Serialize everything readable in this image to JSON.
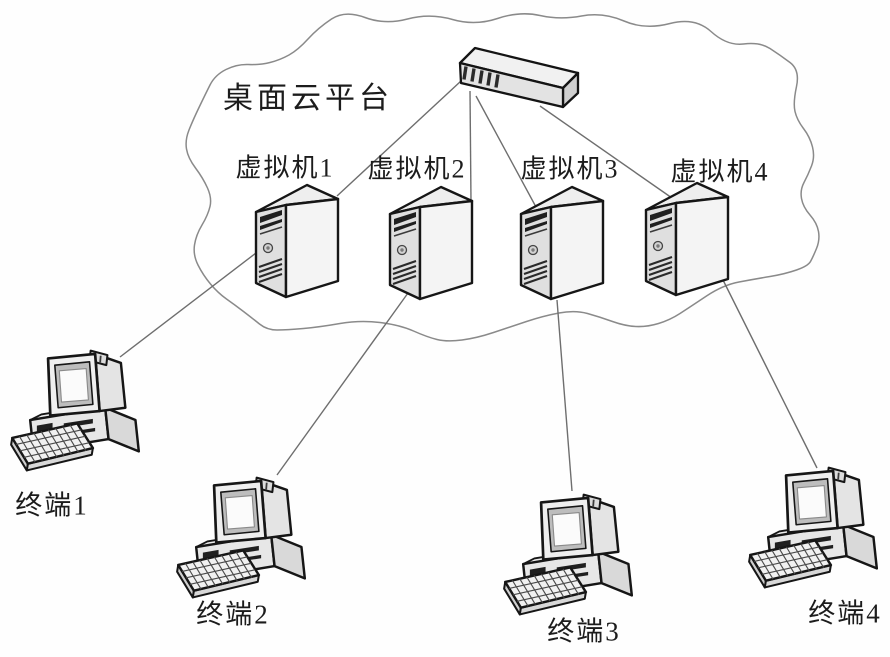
{
  "diagram": {
    "platform_label": "桌面云平台",
    "switch": {
      "type": "network-switch"
    },
    "vms": [
      {
        "id": "vm1",
        "label": "虚拟机1"
      },
      {
        "id": "vm2",
        "label": "虚拟机2"
      },
      {
        "id": "vm3",
        "label": "虚拟机3"
      },
      {
        "id": "vm4",
        "label": "虚拟机4"
      }
    ],
    "terminals": [
      {
        "id": "terminal1",
        "label": "终端1"
      },
      {
        "id": "terminal2",
        "label": "终端2"
      },
      {
        "id": "terminal3",
        "label": "终端3"
      },
      {
        "id": "terminal4",
        "label": "终端4"
      }
    ],
    "edges": [
      {
        "from": "switch",
        "to": "vm1"
      },
      {
        "from": "switch",
        "to": "vm2"
      },
      {
        "from": "switch",
        "to": "vm3"
      },
      {
        "from": "switch",
        "to": "vm4"
      },
      {
        "from": "vm1",
        "to": "terminal1"
      },
      {
        "from": "vm2",
        "to": "terminal2"
      },
      {
        "from": "vm3",
        "to": "terminal3"
      },
      {
        "from": "vm4",
        "to": "terminal4"
      }
    ],
    "colors": {
      "outline": "#161616",
      "cloud_stroke": "#8a8a8a",
      "edge_line": "#6e6e6e",
      "face_light": "#f4f4f4",
      "face_mid": "#dfdfdf",
      "face_dark": "#cfcfcf",
      "text": "#1c1c1c",
      "background": "#fefefe"
    }
  }
}
